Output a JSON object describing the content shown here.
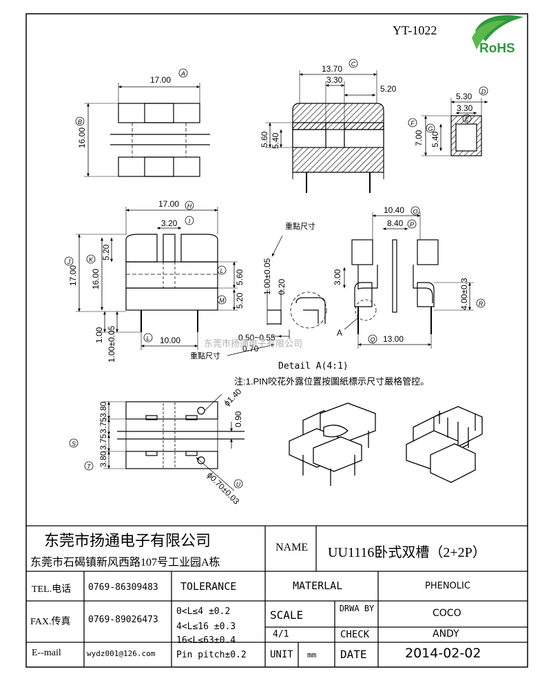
{
  "drawing": {
    "part_number": "YT-1022",
    "rohs_logo_text": "RoHS",
    "watermark": "东莞市扬通电子有限公司"
  },
  "dims": {
    "top": {
      "width": "17.00",
      "height": "16.00",
      "width_tag": "A",
      "height_tag": "B"
    },
    "front": {
      "width": "13.70",
      "width_tag": "C",
      "inner": "3.30",
      "offset": "5.20",
      "h1": "5.60",
      "h2": "5.40"
    },
    "section": {
      "outer": "5.30",
      "outer_tag": "D",
      "inner": "3.30",
      "inner_tag": "E",
      "h_outer": "7.00",
      "h_inner": "5.40",
      "h_outer_tag": "F",
      "h_inner_tag": "G"
    },
    "side": {
      "width": "17.00",
      "width_tag": "H",
      "slot": "3.20",
      "slot_tag": "I",
      "height": "17.00",
      "height_tag": "J",
      "body": "16.00",
      "body_tag": "K",
      "flange": "5.20",
      "core": "5.60",
      "core_tag": "L",
      "base": "5.20",
      "base_tag": "M",
      "pin_len": "1.00",
      "pin_tol": "1.00±0.05",
      "pitch": "10.00",
      "pitch_tag": "L"
    },
    "detail": {
      "note_top": "重點尺寸",
      "v1": "1.00±0.05",
      "v2": "0.20",
      "pin_range": "0.50~0.55",
      "pin_w": "0.70",
      "note_bottom": "重點尺寸",
      "marker": "A",
      "caption": "Detail  A(4:1)"
    },
    "end": {
      "outer": "10.40",
      "outer_tag": "O",
      "inner": "8.40",
      "inner_tag": "P",
      "lead": "3.00",
      "height": "4.00±0.3",
      "height_tag": "R",
      "base": "13.00",
      "base_tag": "Q"
    },
    "bottom": {
      "r1": "3.80",
      "r2": "3.75",
      "r3": "3.75",
      "r4": "3.80",
      "tag_left": "S",
      "tag_bottom": "T",
      "hole": "ϕ1.40",
      "pin": "0.90",
      "pin_dia": "ϕ0.70±0.03",
      "pin_dia_tag": "U"
    },
    "note": "注:1.PIN咬花外露位置按圖紙標示尺寸嚴格管控。"
  },
  "title_block": {
    "company_name": "东莞市扬通电子有限公司",
    "company_address": "东莞市石碣镇新风西路107号工业园A栋",
    "name_label": "NAME",
    "name_value": "UU1116卧式双槽（2+2P）",
    "tel_label": "TEL.电话",
    "tel_value": "0769-86309483",
    "fax_label": "FAX.传真",
    "fax_value": "0769-89026473",
    "email_label": "E--mail",
    "email_value": "wydz001@126.com",
    "tolerance_label": "TOLERANCE",
    "tol_1": "0<L≤4   ±0.2",
    "tol_2": "4<L≤16  ±0.3",
    "tol_3": "16<L≤63±0.4",
    "tol_4": "Pin pitch±0.2",
    "material_label": "MATERLAL",
    "material_value": "PHENOLIC",
    "scale_label": "SCALE",
    "scale_value": "4/1",
    "unit_label": "UNIT",
    "unit_value": "mm",
    "drawn_label": "DRWA BY",
    "drawn_value": "COCO",
    "check_label": "CHECK",
    "check_value": "ANDY",
    "date_label": "DATE",
    "date_value": "2014-02-02"
  },
  "colors": {
    "ink": "#000000",
    "logo_green": "#2e9a3c"
  }
}
